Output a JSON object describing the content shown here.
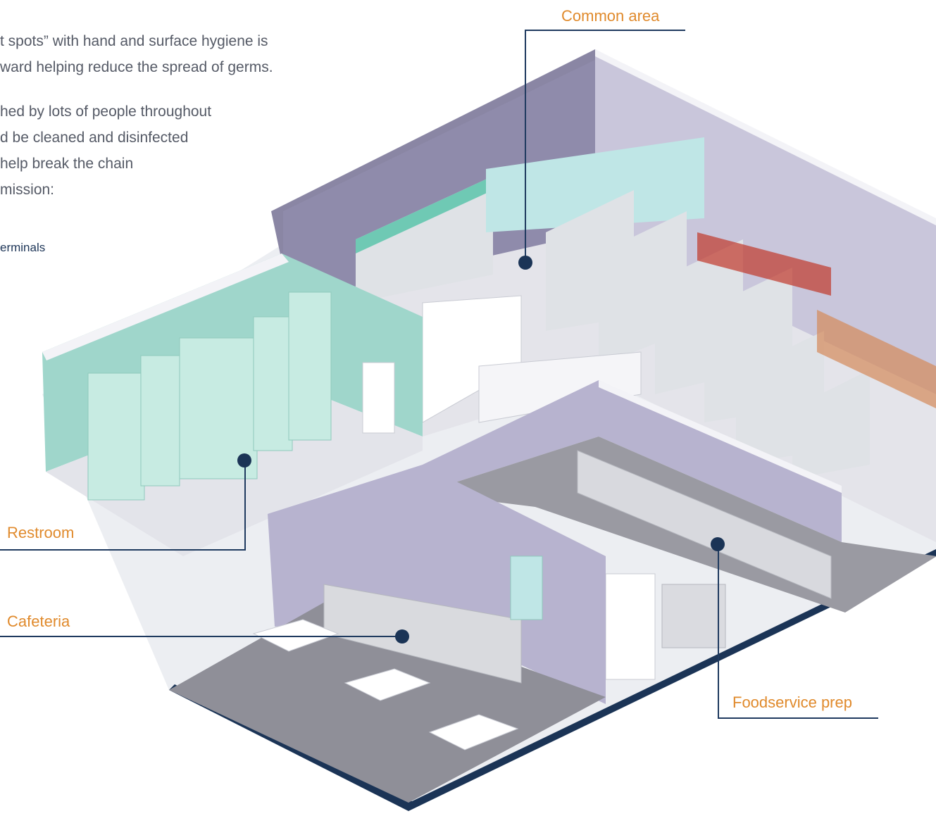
{
  "intro": {
    "heading_fragment": "",
    "lines": [
      "t spots” with hand and surface hygiene is",
      "ward helping reduce the spread of germs.",
      "hed by lots of people throughout",
      "d be cleaned and disinfected",
      "help break the chain",
      "mission:"
    ],
    "bullet": "erminals"
  },
  "callouts": {
    "common_area": "Common area",
    "restroom": "Restroom",
    "cafeteria": "Cafeteria",
    "foodservice_prep": "Foodservice prep"
  },
  "colors": {
    "accent": "#e08a2c",
    "navy": "#1b3456",
    "wall_purple": "#8d88a6",
    "floor_grey": "#e7e7ec"
  }
}
